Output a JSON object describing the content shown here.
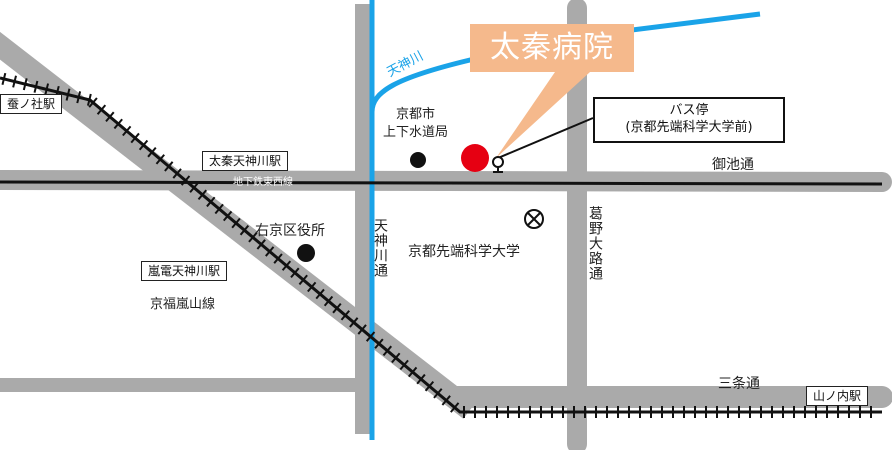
{
  "hospital": {
    "name": "太秦病院",
    "marker_color": "#e60012",
    "callout_color": "#f5b98c"
  },
  "bus_stop": {
    "line1": "バス停",
    "line2": "(京都先端科学大学前)"
  },
  "colors": {
    "road": "#aaaaaa",
    "river": "#1aa3e8",
    "railway": "#111111"
  },
  "stations": {
    "kaikonoyashiro": "蚕ノ社駅",
    "uzumasa_tenjingawa": "太秦天神川駅",
    "randen_tenjingawa": "嵐電天神川駅",
    "yamanouchi": "山ノ内駅"
  },
  "lines": {
    "randen": "京福嵐山線",
    "subway": "地下鉄東西線"
  },
  "roads": {
    "oike": "御池通",
    "sanjo": "三条通",
    "tenjingawa": "天神川通",
    "kadono_oji": "葛野大路通"
  },
  "river": "天神川",
  "landmarks": {
    "sewerage_line1": "京都市",
    "sewerage_line2": "上下水道局",
    "ward_office": "右京区役所",
    "university": "京都先端科学大学"
  }
}
